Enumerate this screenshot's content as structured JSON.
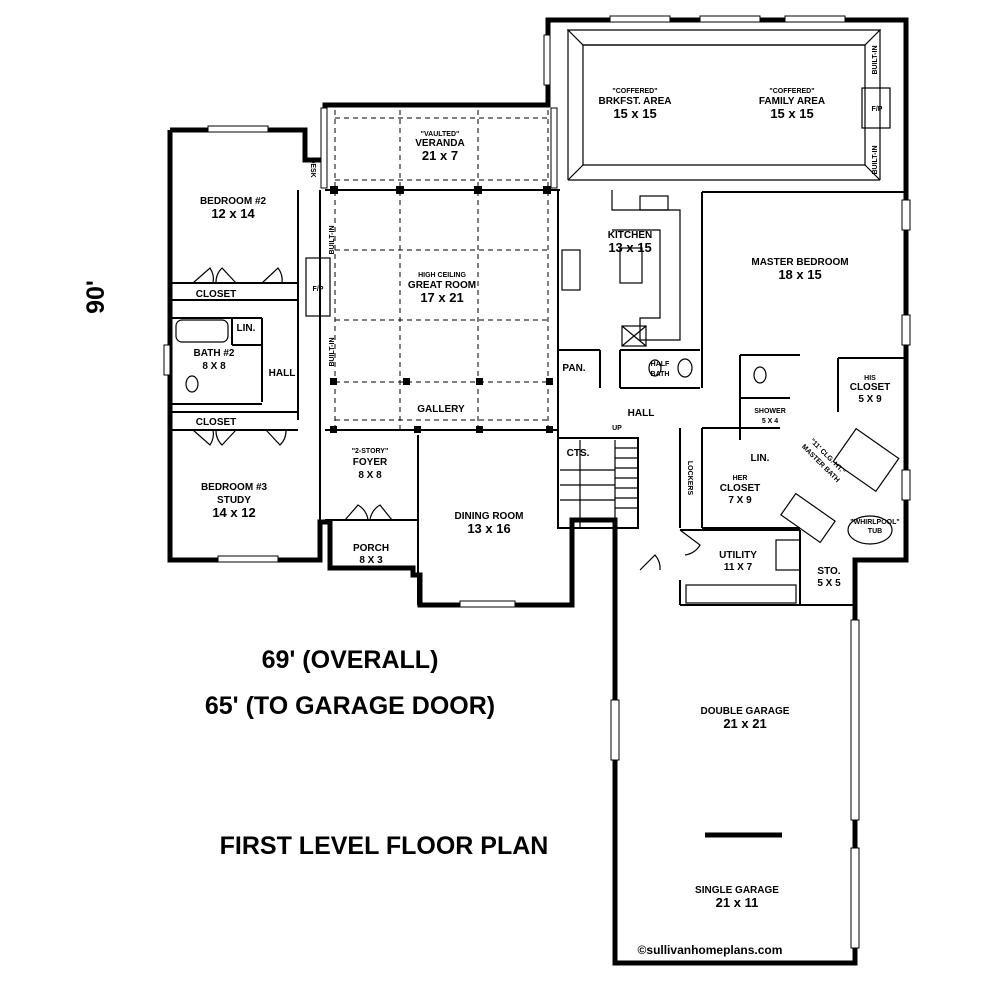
{
  "plan": {
    "title": "FIRST LEVEL FLOOR PLAN",
    "overall_width": "69' (OVERALL)",
    "garage_width": "65' (TO GARAGE DOOR)",
    "depth": "90'",
    "copyright": "©sullivanhomeplans.com"
  },
  "rooms": {
    "veranda": {
      "note": "\"VAULTED\"",
      "name": "VERANDA",
      "size": "21 x 7"
    },
    "brkfst": {
      "note": "\"COFFERED\"",
      "name": "BRKFST. AREA",
      "size": "15 x 15"
    },
    "family": {
      "note": "\"COFFERED\"",
      "name": "FAMILY AREA",
      "size": "15 x 15"
    },
    "bedroom2": {
      "name": "BEDROOM #2",
      "size": "12 x 14"
    },
    "great": {
      "note": "HIGH CEILING",
      "name": "GREAT ROOM",
      "size": "17 x 21"
    },
    "kitchen": {
      "name": "KITCHEN",
      "size": "13 x 15"
    },
    "master": {
      "name": "MASTER BEDROOM",
      "size": "18 x 15"
    },
    "bath2": {
      "name": "BATH #2",
      "size": "8 X 8"
    },
    "bedroom3": {
      "name": "BEDROOM #3",
      "name2": "STUDY",
      "size": "14 x 12"
    },
    "foyer": {
      "note": "\"2-STORY\"",
      "name": "FOYER",
      "size": "8 X 8"
    },
    "dining": {
      "name": "DINING ROOM",
      "size": "13 x 16"
    },
    "porch": {
      "name": "PORCH",
      "size": "8 X 3"
    },
    "his_closet": {
      "name": "HIS",
      "name2": "CLOSET",
      "size": "5 X 9"
    },
    "her_closet": {
      "name": "HER",
      "name2": "CLOSET",
      "size": "7 X 9"
    },
    "shower": {
      "name": "SHOWER",
      "size": "5 X 4"
    },
    "master_bath": {
      "note": "\"11' CLG. HT.\"",
      "name": "MASTER BATH"
    },
    "whirlpool": {
      "name": "\"WHIRLPOOL\"",
      "name2": "TUB"
    },
    "utility": {
      "name": "UTILITY",
      "size": "11 X 7"
    },
    "storage": {
      "name": "STO.",
      "size": "5 X 5"
    },
    "double_garage": {
      "name": "DOUBLE GARAGE",
      "size": "21 x 21"
    },
    "single_garage": {
      "name": "SINGLE GARAGE",
      "size": "21 x 11"
    }
  },
  "labels": {
    "closet_a": "CLOSET",
    "closet_b": "CLOSET",
    "lin_a": "LIN.",
    "lin_b": "LIN.",
    "hall_a": "HALL",
    "hall_b": "HALL",
    "gallery": "GALLERY",
    "pan": "PAN.",
    "half_bath_1": "HALF",
    "half_bath_2": "BATH",
    "cts": "CTS.",
    "up": "UP",
    "fp_a": "F/P",
    "fp_b": "F/P",
    "builtin_a": "BUILT-IN",
    "builtin_b": "BUILT-IN",
    "builtin_c": "BUILT-IN",
    "builtin_d": "BUILT-IN",
    "desk": "DESK",
    "lockers": "LOCKERS"
  }
}
